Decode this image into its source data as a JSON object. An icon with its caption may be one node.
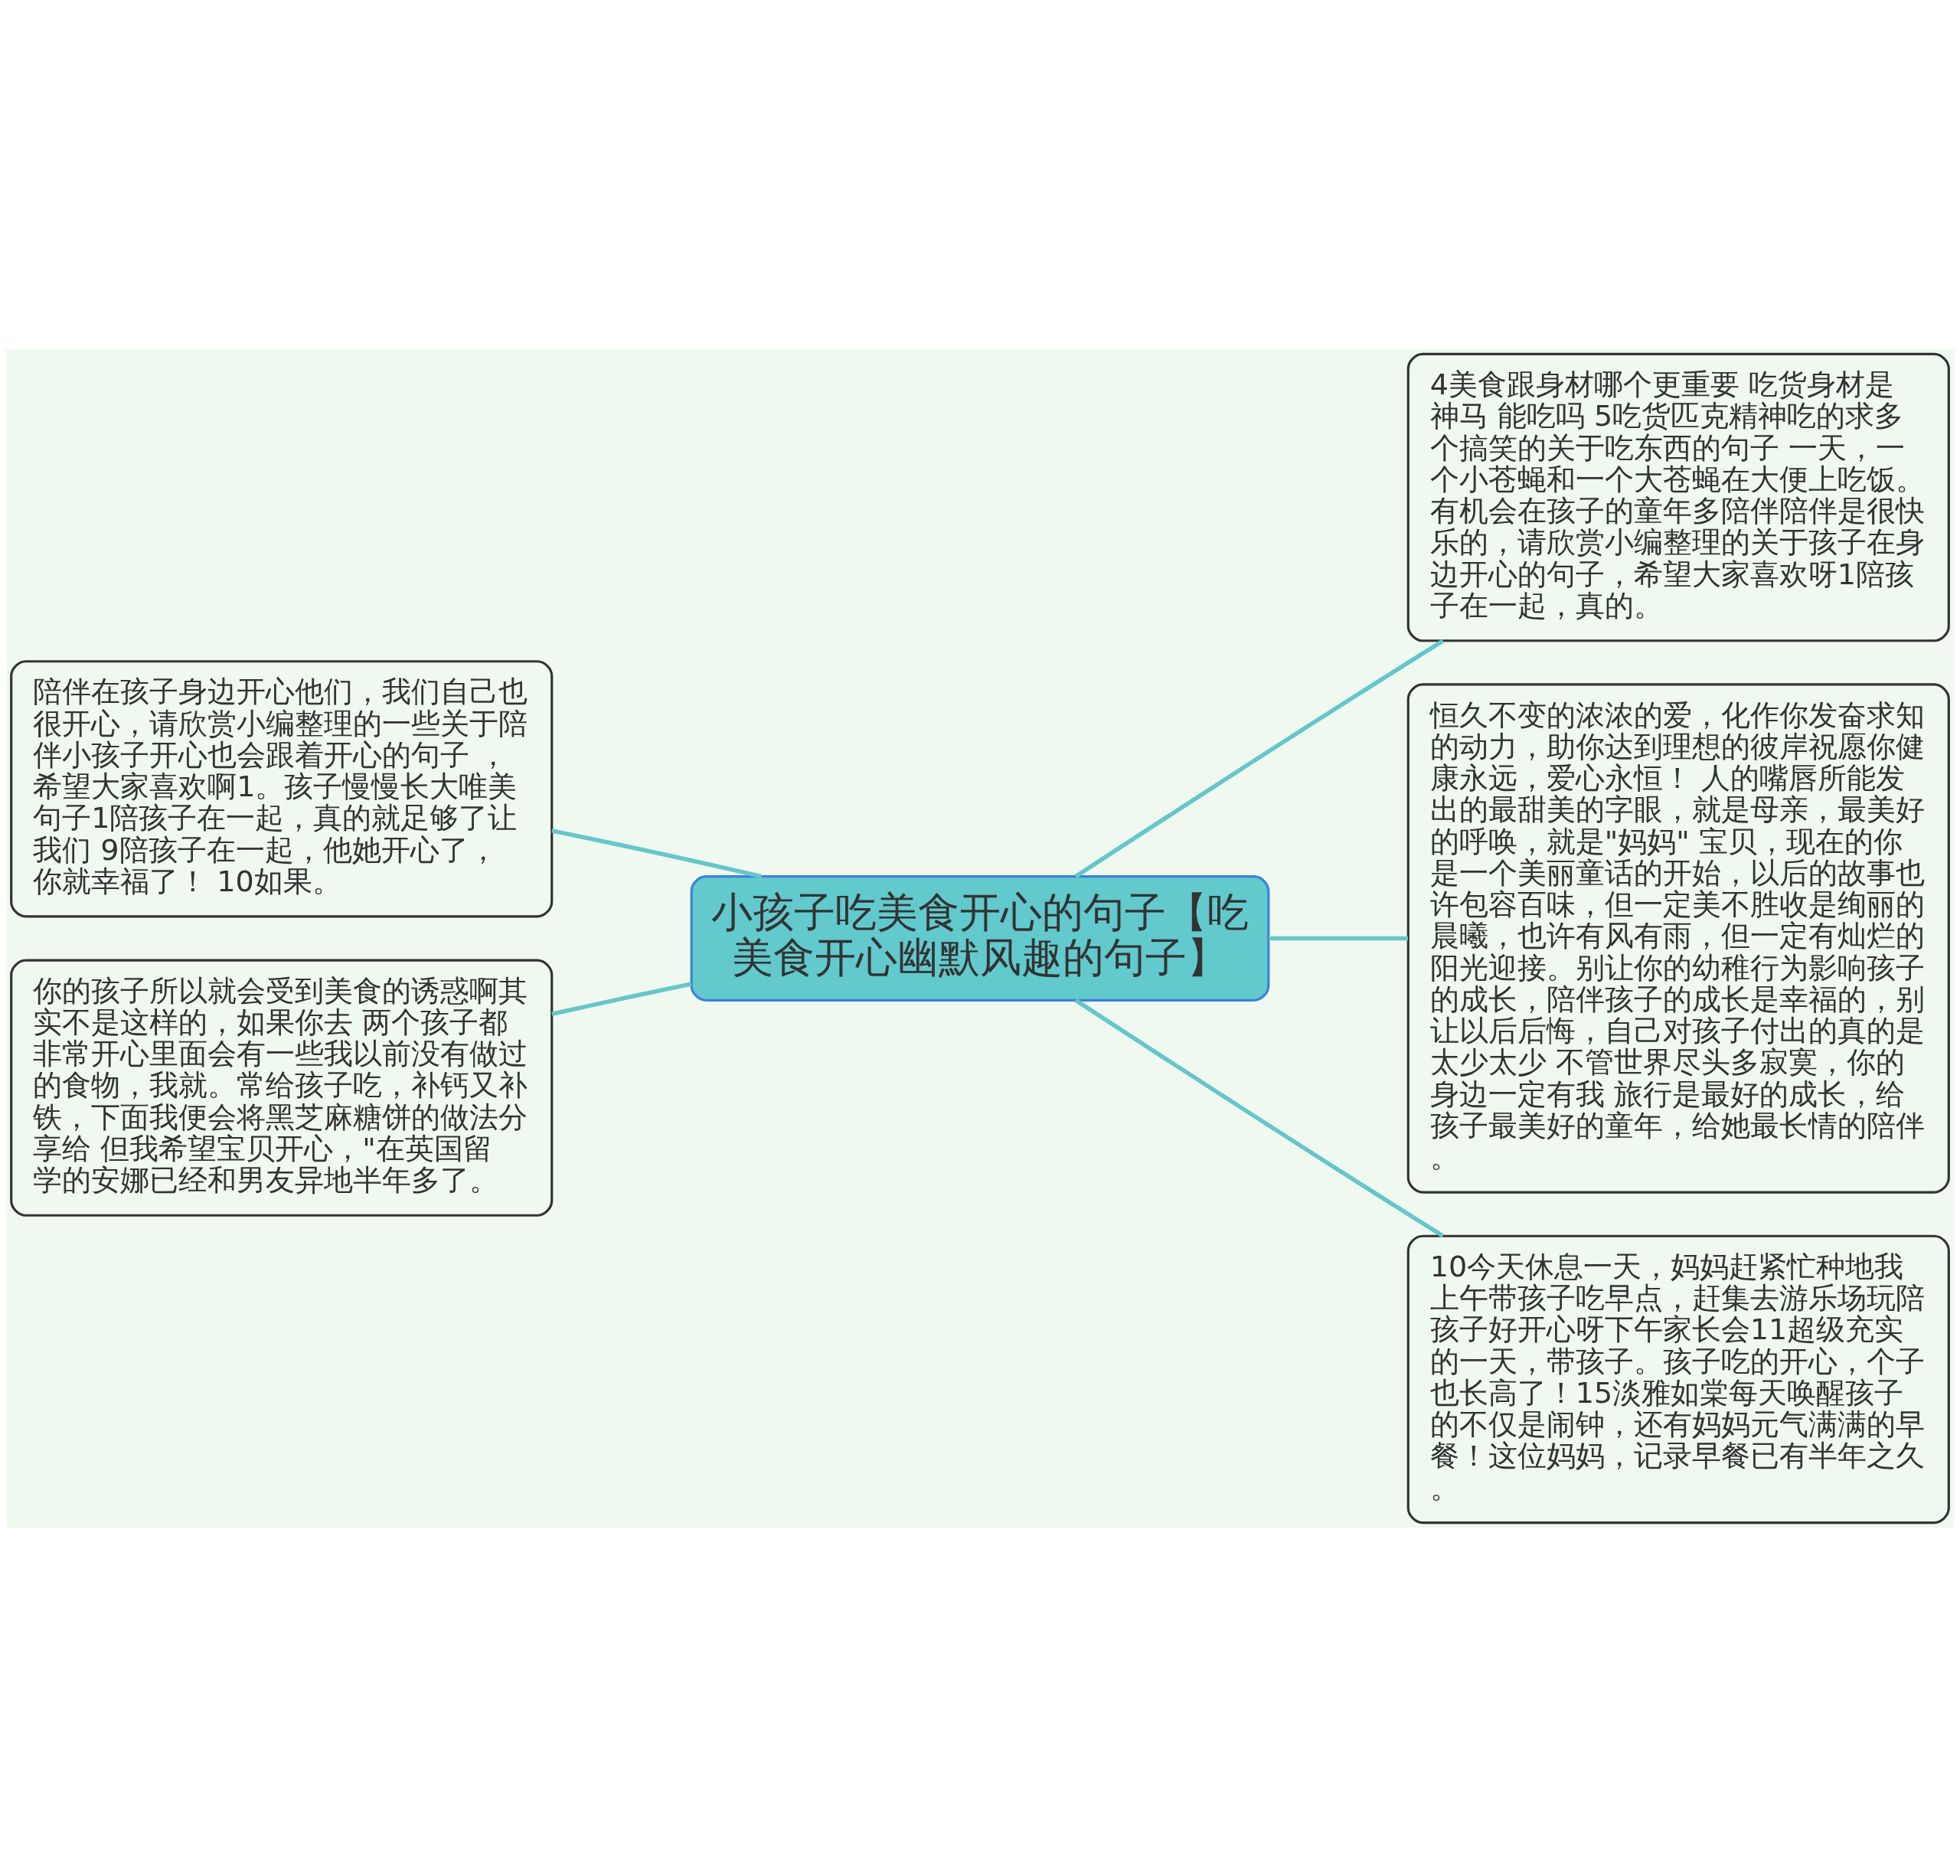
{
  "diagram": {
    "nodes": [
      {
        "text": [
          "小孩子吃美食开心的句子【吃美食开心幽默风趣的句子】"
        ]
      },
      {
        "text": [
          "4美食跟身材哪个更重要 吃货身材是神马 能吃吗 5吃货匹克精神吃的求多个搞笑的关于吃东西的句子 一天，一个小苍蝇和一个大苍蝇在大便上吃饭。有机会在孩子的童年多陪伴陪伴是很快乐的，请欣赏小编整理的关于孩子在身边开心的句子，希望大家喜欢呀1陪孩子在一起，真的。"
        ]
      },
      {
        "text": [
          "恒久不变的浓浓的爱，化作你发奋求知的动力，助你达到理想的彼岸祝愿你健康永远，爱心永恒！ 人的嘴唇所能发出的最甜美的字眼，就是母亲，最美好的呼唤，就是\"妈妈\" 宝贝，现在的你是一个美丽童话的开始，以后的故事也许包容百味，但一定美不胜收是绚丽的晨曦，也许有风有雨，但一定有灿烂的阳光迎接。别让你的幼稚行为影响孩子的成长，陪伴孩子的成长是幸福的，别让以后后悔，自己对孩子付出的真的是太少太少 不管世界尽头多寂寞，你的身边一定有我 旅行是最好的成长，给孩子最美好的童年，给她最长情的陪伴。"
        ]
      },
      {
        "text": [
          "10今天休息一天，妈妈赶紧忙种地我上午带孩子吃早点，赶集去游乐场玩陪孩子好开心呀下午家长会11超级充实的一天，带孩子。孩子吃的开心，个子也长高了！15淡雅如棠每天唤醒孩子的不仅是闹钟，还有妈妈元气满满的早餐！这位妈妈，记录早餐已有半年之久。"
        ]
      },
      {
        "text": [
          "陪伴在孩子身边开心他们，我们自己也很开心，请欣赏小编整理的一些关于陪伴小孩子开心也会跟着开心的句子 ，希望大家喜欢啊1。孩子慢慢长大唯美句子1陪孩子在一起，真的就足够了让我们 9陪孩子在一起，他她开心了，你就幸福了！ 10如果。"
        ]
      },
      {
        "text": [
          "你的孩子所以就会受到美食的诱惑啊其实不是这样的，如果你去 两个孩子都非常开心里面会有一些我以前没有做过的食物，我就。常给孩子吃，补钙又补铁，下面我便会将黑芝麻糖饼的做法分享给 但我希望宝贝开心，\"在英国留学的安娜已经和男友异地半年多了。"
        ]
      }
    ],
    "edges": [
      {
        "from": 0,
        "to": 1,
        "arrow": "none"
      },
      {
        "from": 0,
        "to": 2,
        "arrow": "none"
      },
      {
        "from": 0,
        "to": 3,
        "arrow": "none"
      },
      {
        "from": 0,
        "to": 4,
        "arrow": "none"
      },
      {
        "from": 0,
        "to": 5,
        "arrow": "none"
      }
    ]
  }
}
